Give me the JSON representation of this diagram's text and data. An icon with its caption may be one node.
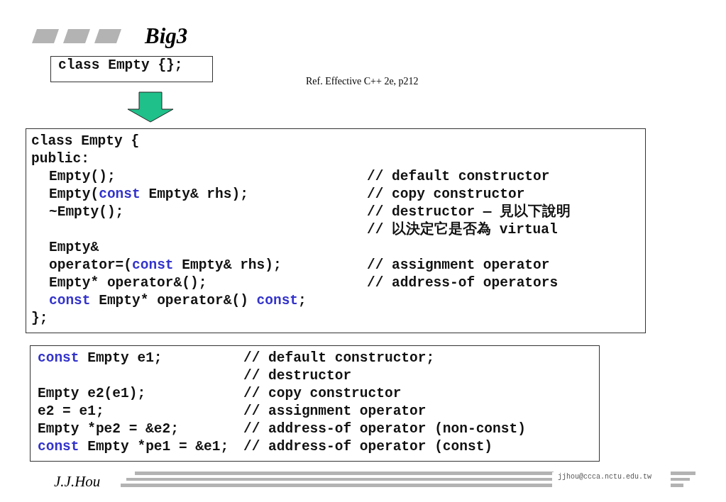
{
  "diagram": {
    "title": "Big3",
    "nodes": [
      {
        "text": [
          "class Empty {};"
        ]
      },
      {
        "text": [
          "class Empty {",
          "public:",
          "Empty();",
          "// default constructor",
          "Empty(const Empty& rhs);",
          "// copy constructor",
          "~Empty();",
          "// destructor — 見以下說明",
          "// 以決定它是否為 virtual",
          "Empty&",
          "operator=(const Empty& rhs);",
          "// assignment operator",
          "Empty* operator&();",
          "// address-of operators",
          "const Empty* operator&() const;",
          "};"
        ]
      },
      {
        "text": [
          "const Empty e1;",
          "// default constructor;",
          "// destructor",
          "Empty e2(e1);",
          "// copy constructor",
          "e2 = e1;",
          "// assignment operator",
          "Empty *pe2 = &e2;",
          "// address-of operator (non-const)",
          "const Empty *pe1 = &e1;",
          "// address-of operator (const)"
        ]
      }
    ],
    "edges": [
      {
        "from": 0,
        "to": 1,
        "arrow": "to"
      }
    ],
    "labels": [
      "Ref. Effective C++ 2e, p212",
      "J.J.Hou",
      "jjhou@ccca.nctu.edu.tw"
    ]
  }
}
